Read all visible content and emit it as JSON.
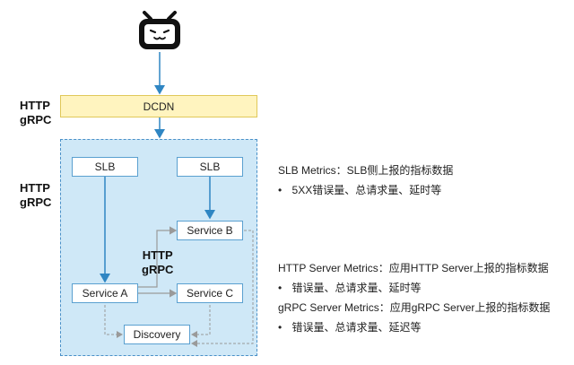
{
  "protocols": {
    "top": [
      "HTTP",
      "gRPC"
    ],
    "middle": [
      "HTTP",
      "gRPC"
    ],
    "inner": [
      "HTTP",
      "gRPC"
    ]
  },
  "cdn_label": "DCDN",
  "nodes": {
    "slb_left": "SLB",
    "slb_right": "SLB",
    "service_a": "Service A",
    "service_b": "Service B",
    "service_c": "Service C",
    "discovery": "Discovery"
  },
  "notes": {
    "slb": {
      "title": "SLB Metrics：SLB侧上报的指标数据",
      "bullet": "5XX错误量、总请求量、延时等"
    },
    "http": {
      "title": "HTTP Server Metrics：应用HTTP Server上报的指标数据",
      "bullet": "错误量、总请求量、延时等"
    },
    "grpc": {
      "title": "gRPC Server Metrics：应用gRPC Server上报的指标数据",
      "bullet": "错误量、总请求量、延迟等"
    }
  },
  "colors": {
    "arrow": "#2f86c3",
    "region_fill": "#cfe8f7",
    "cdn_fill": "#fff4bf"
  }
}
